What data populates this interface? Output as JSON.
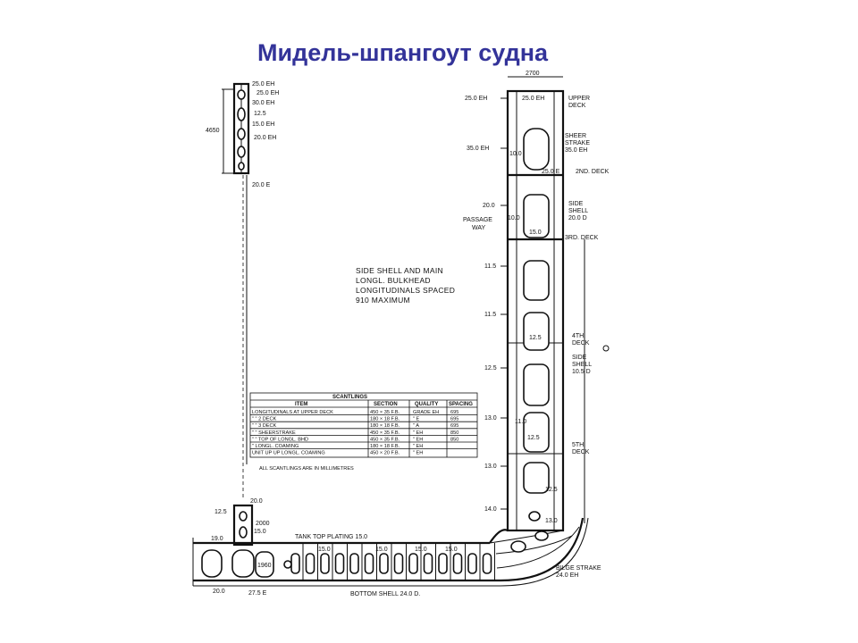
{
  "title": "Мидель-шпангоут судна",
  "top_left_block": {
    "labels": [
      "25.0 EH",
      "25.0 EH",
      "30.0 EH",
      "12.5",
      "15.0 EH",
      "20.0 EH",
      "20.0 E"
    ],
    "height_dim": "4650"
  },
  "side_labels_left": [
    "25.0 EH",
    "35.0 EH",
    "20.0",
    "11.5",
    "11.5",
    "12.5",
    "13.0",
    "13.0",
    "14.0"
  ],
  "side_labels_right": {
    "upper_deck": "UPPER\nDECK",
    "sheer_strake": "SHEER\nSTRAKE\n35.0 EH",
    "deck2": "2ND. DECK",
    "side_shell_upper": "SIDE\nSHELL\n20.0 D",
    "deck3": "3RD. DECK",
    "deck4": "4TH.\nDECK",
    "side_shell_lower": "SIDE\nSHELL\n10.5 D",
    "deck5": "5TH.\nDECK",
    "bilge_strake": "BILGE STRAKE\n24.0 EH"
  },
  "inner_values": [
    "25.0 EH",
    "10.0",
    "25.0 E",
    "10.0",
    "15.0",
    "12.5",
    "11.0",
    "12.5",
    "12.5",
    "13.0"
  ],
  "top_dim": "2700",
  "passage_way": "PASSAGE\nWAY",
  "note": "SIDE SHELL AND MAIN\nLONGL. BULKHEAD\nLONGITUDINALS SPACED\n910 MAXIMUM",
  "scantlings": {
    "title": "SCANTLINGS",
    "headers": [
      "ITEM",
      "SECTION",
      "QUALITY",
      "SPACING"
    ],
    "rows": [
      [
        "LONGITUDINALS AT UPPER DECK",
        "450 × 35 F.B.",
        "GRADE EH",
        "695"
      ],
      [
        "\"      \"   2 DECK",
        "180 × 18 F.B.",
        "\"   E",
        "695"
      ],
      [
        "\"      \"   3 DECK",
        "180 × 18 F.B.",
        "\"   A",
        "695"
      ],
      [
        "\"      \"   SHEERSTRAKE",
        "450 × 35 F.B.",
        "\"   EH",
        "850"
      ],
      [
        "\"      \"   TOP OF LONGL. BHD",
        "450 × 35 F.B.",
        "\"   EH",
        "850"
      ],
      [
        "\"   LONGL. COAMING",
        "180 × 18 F.B.",
        "\"   EH",
        ""
      ],
      [
        "UNIT UP UP LONGL. COAMING",
        "450 × 20 F.B.",
        "\"   EH",
        ""
      ]
    ],
    "footnote": "ALL SCANTLINGS ARE IN MILLIMETRES"
  },
  "bottom_labels": {
    "tank_top": "TANK TOP PLATING 15.0",
    "bottom_shell": "BOTTOM SHELL 24.0 D.",
    "left_vals": [
      "20.0",
      "12.5",
      "2000",
      "15.0",
      "19.0",
      "1960",
      "20.0",
      "27.5 E",
      "15.0",
      "15.0",
      "15.0",
      "15.0"
    ]
  }
}
